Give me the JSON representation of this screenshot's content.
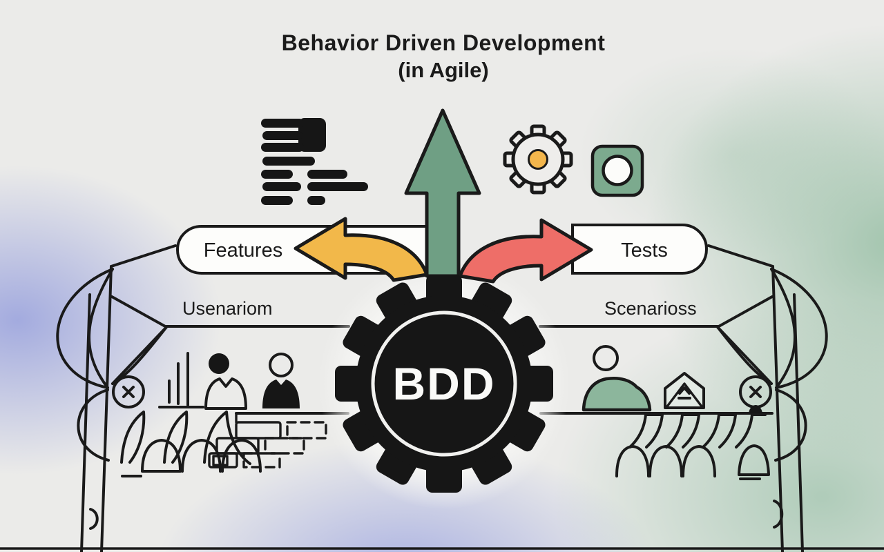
{
  "title": {
    "line1": "Behavior Driven Development",
    "line2": "(in Agile)"
  },
  "pills": {
    "features_label": "Features",
    "tests_label": "Tests"
  },
  "sections": {
    "left_label": "Usenariom",
    "right_label": "Scenarioss"
  },
  "center": {
    "gear_label": "BDD"
  },
  "icons": {
    "top_left": "document-lines-icon",
    "top_center": "up-arrow-icon",
    "top_right": [
      "gear-outline-icon",
      "status-square-icon"
    ],
    "left_cluster": [
      "bar-chart-icon",
      "person-filled-icon",
      "person-outline-icon",
      "x-circle-icon",
      "bricks-dashed-icon"
    ],
    "right_cluster": [
      "person-green-icon",
      "envelope-icon",
      "x-circle-icon"
    ],
    "arrows": [
      "left-curved-arrow-icon",
      "right-curved-arrow-icon"
    ],
    "center": "bdd-gear-icon"
  },
  "colors": {
    "background": "#ebebe9",
    "blue_tint": "#6876d6",
    "green_tint": "#7eb292",
    "yellow_arrow": "#f2b84a",
    "red_arrow": "#ee6e68",
    "green_arrow": "#6f9f84",
    "green_square": "#7caa8e",
    "accent_dot_yellow": "#f3b64c",
    "ink": "#161616",
    "pill_white": "#fdfdfb"
  }
}
